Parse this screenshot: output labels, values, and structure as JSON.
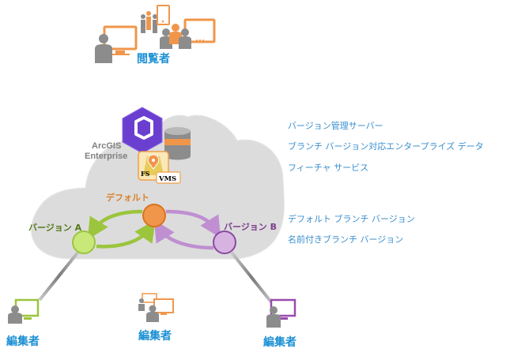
{
  "labels": {
    "viewer": "閲覧者",
    "editor_left": "編集者",
    "editor_center": "編集者",
    "editor_right": "編集者",
    "cloud_line1": "ArcGIS",
    "cloud_line2": "Enterprise",
    "default_branch": "デフォルト",
    "version_a": "バージョン A",
    "version_b": "バージョン B",
    "fs_badge": "FS",
    "vms_badge": "VMS"
  },
  "legend": {
    "items": [
      {
        "text": "バージョン管理サーバー"
      },
      {
        "text": "ブランチ バージョン対応エンタープライズ データ"
      },
      {
        "text": "フィーチャ サービス"
      },
      {
        "text": "デフォルト ブランチ バージョン"
      },
      {
        "text": "名前付きブランチ バージョン"
      }
    ]
  },
  "colors": {
    "accent_text": "#1a8fd3",
    "orange": "#f0964a",
    "green": "#9bc53d",
    "purple": "#b888c9",
    "server_purple": "#6a3fd0",
    "cloud": "#dcdcdc",
    "person": "#8c8c8c"
  }
}
